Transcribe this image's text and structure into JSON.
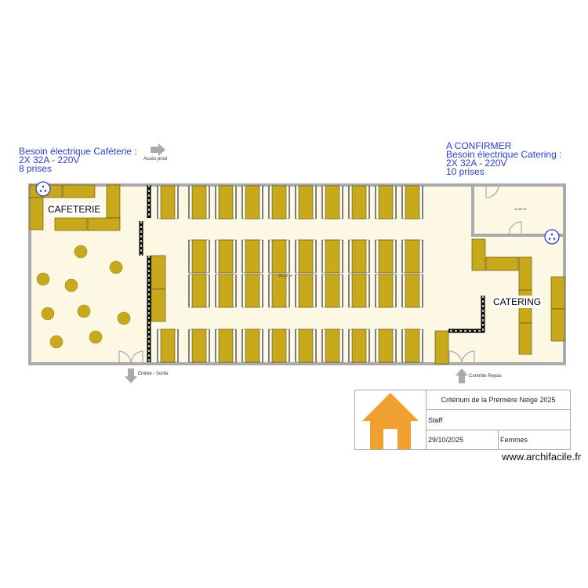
{
  "notes": {
    "cafeteria_power": [
      "Besoin électrique Caféterie :",
      "2X 32A - 220V",
      "8 prises"
    ],
    "catering_power": [
      "A CONFIRMER",
      "Besoin électrique Catering :",
      "2X 32A - 220V",
      "10 prises"
    ]
  },
  "labels": {
    "access_prod": "Accès prod",
    "entry_exit": "Entrée - Sortie",
    "meal_control": "Contrôle Repas",
    "cafeteria": "CAFETERIE",
    "catering": "CATERING",
    "main_area": "288,30 m²",
    "small_room_area": "12,80 m²"
  },
  "title_block": {
    "project": "Critérium de la Première Neige 2025",
    "subtitle": "Staff",
    "date": "29/10/2025",
    "category": "Femmes",
    "logo_color": "#f0a030"
  },
  "website": "www.archifacile.fr",
  "colors": {
    "wall": "#aaaaaa",
    "floor": "#fdf8e3",
    "furniture": "#c9a91c",
    "outlet": "#2a3fc8"
  }
}
